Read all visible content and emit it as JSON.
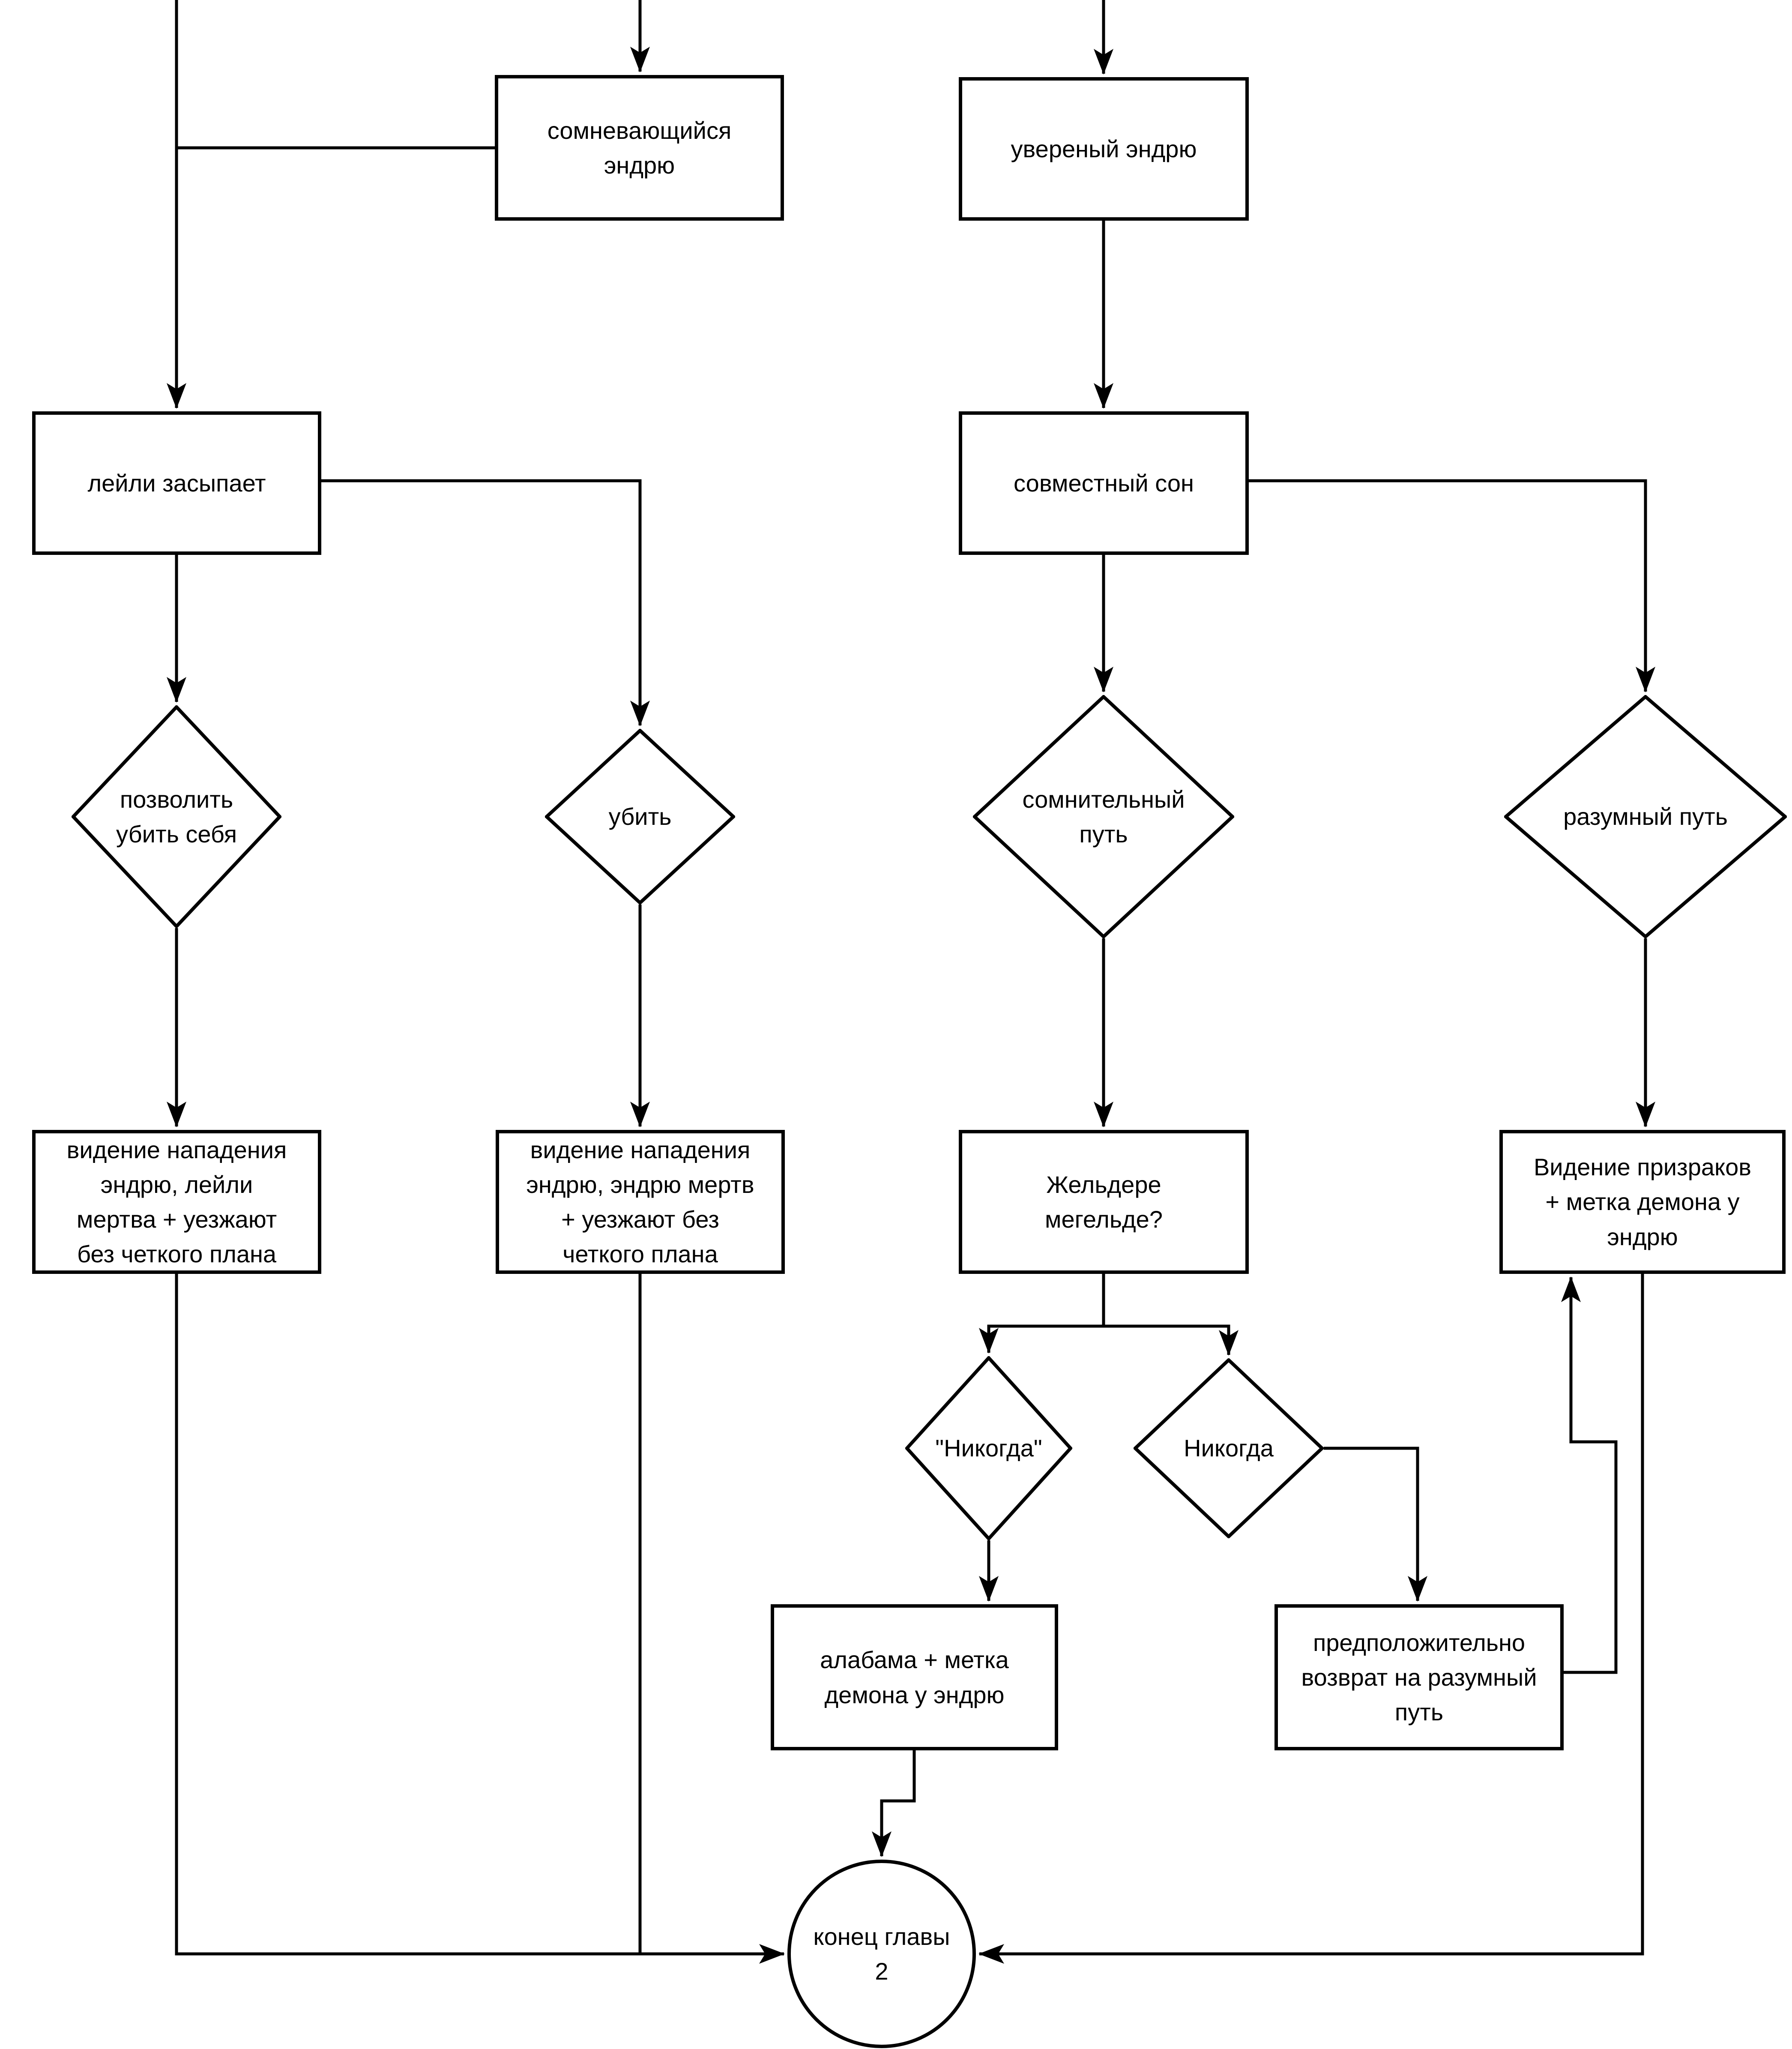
{
  "diagram_title": "",
  "colors": {
    "stroke": "#000000",
    "node_fill": "#ffffff",
    "background": "#ffffff",
    "text": "#000000"
  },
  "nodes": {
    "doubting_andrew": {
      "label": "сомневающийся\nэндрю",
      "shape": "box"
    },
    "confident_andrew": {
      "label": "увереный эндрю",
      "shape": "box"
    },
    "leili_sleeps": {
      "label": "лейли засыпает",
      "shape": "box"
    },
    "shared_dream": {
      "label": "совместный сон",
      "shape": "box"
    },
    "let_kill_self": {
      "label": "позволить\nубить себя",
      "shape": "diamond"
    },
    "kill": {
      "label": "убить",
      "shape": "diamond"
    },
    "doubtful_path": {
      "label": "сомнительный\nпуть",
      "shape": "diamond"
    },
    "reasonable_path": {
      "label": "разумный путь",
      "shape": "diamond"
    },
    "vision_leili_dead": {
      "label": "видение нападения\nэндрю, лейли\nмертва + уезжают\nбез четкого плана",
      "shape": "box"
    },
    "vision_andrew_dead": {
      "label": "видение нападения\nэндрю, эндрю мертв\n+ уезжают без\nчеткого плана",
      "shape": "box"
    },
    "zheldere_megelde": {
      "label": "Жельдере\nмегельде?",
      "shape": "box"
    },
    "ghosts_vision": {
      "label": "Видение призраков\n+ метка демона у\nэндрю",
      "shape": "box"
    },
    "never_quoted": {
      "label": "\"Никогда\"",
      "shape": "diamond"
    },
    "never_plain": {
      "label": "Никогда",
      "shape": "diamond"
    },
    "alabama_mark": {
      "label": "алабама + метка\nдемона у эндрю",
      "shape": "box"
    },
    "presumably_return": {
      "label": "предположительно\nвозврат на разумный\nпуть",
      "shape": "box"
    },
    "end_of_chapter": {
      "label": "конец главы\n2",
      "shape": "circle"
    }
  }
}
